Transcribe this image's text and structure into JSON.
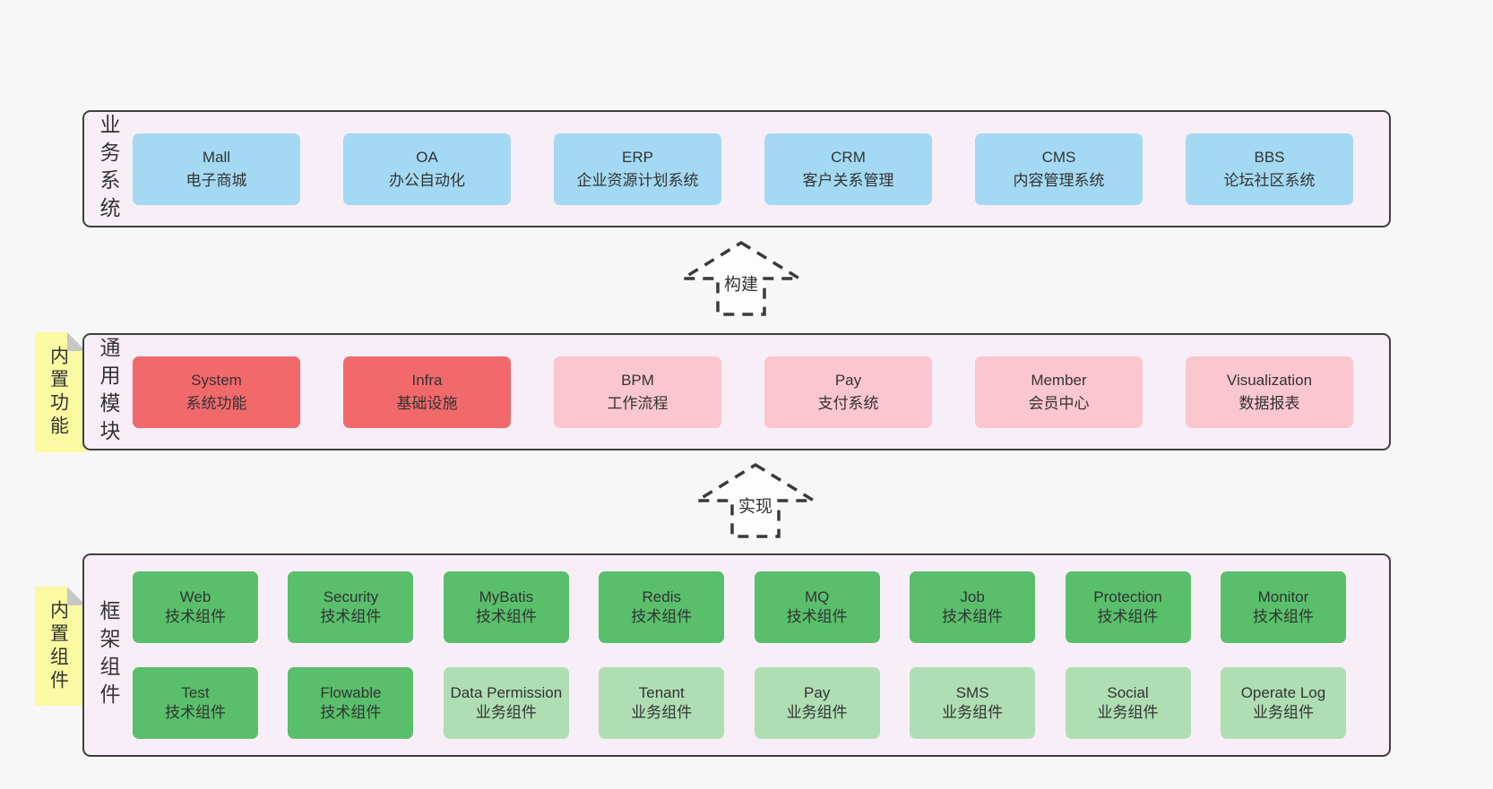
{
  "colors": {
    "page_bg": "#f7f7f7",
    "panel_bg": "#f8eef7",
    "panel_border": "#3f3f3f",
    "blue": "#a4d9f3",
    "red": "#f2696c",
    "pink": "#fbc6cf",
    "green": "#59bf6b",
    "light_green": "#afdeb3",
    "note_bg": "#fafaa2",
    "note_fold": "#c7c7c7",
    "text": "#333333"
  },
  "sections": [
    {
      "label": "业务系统",
      "boxes": [
        {
          "name": "Mall",
          "desc": "电子商城"
        },
        {
          "name": "OA",
          "desc": "办公自动化"
        },
        {
          "name": "ERP",
          "desc": "企业资源计划系统"
        },
        {
          "name": "CRM",
          "desc": "客户关系管理"
        },
        {
          "name": "CMS",
          "desc": "内容管理系统"
        },
        {
          "name": "BBS",
          "desc": "论坛社区系统"
        }
      ]
    },
    {
      "label": "通用模块",
      "note": "内置功能",
      "boxes": [
        {
          "name": "System",
          "desc": "系统功能"
        },
        {
          "name": "Infra",
          "desc": "基础设施"
        },
        {
          "name": "BPM",
          "desc": "工作流程"
        },
        {
          "name": "Pay",
          "desc": "支付系统"
        },
        {
          "name": "Member",
          "desc": "会员中心"
        },
        {
          "name": "Visualization",
          "desc": "数据报表"
        }
      ]
    },
    {
      "label": "框架组件",
      "note": "内置组件",
      "boxes": [
        {
          "name": "Web",
          "desc": "技术组件"
        },
        {
          "name": "Security",
          "desc": "技术组件"
        },
        {
          "name": "MyBatis",
          "desc": "技术组件"
        },
        {
          "name": "Redis",
          "desc": "技术组件"
        },
        {
          "name": "MQ",
          "desc": "技术组件"
        },
        {
          "name": "Job",
          "desc": "技术组件"
        },
        {
          "name": "Protection",
          "desc": "技术组件"
        },
        {
          "name": "Monitor",
          "desc": "技术组件"
        },
        {
          "name": "Test",
          "desc": "技术组件"
        },
        {
          "name": "Flowable",
          "desc": "技术组件"
        },
        {
          "name": "Data Permission",
          "desc": "业务组件"
        },
        {
          "name": "Tenant",
          "desc": "业务组件"
        },
        {
          "name": "Pay",
          "desc": "业务组件"
        },
        {
          "name": "SMS",
          "desc": "业务组件"
        },
        {
          "name": "Social",
          "desc": "业务组件"
        },
        {
          "name": "Operate Log",
          "desc": "业务组件"
        }
      ]
    }
  ],
  "arrows": [
    {
      "label": "构建"
    },
    {
      "label": "实现"
    }
  ]
}
